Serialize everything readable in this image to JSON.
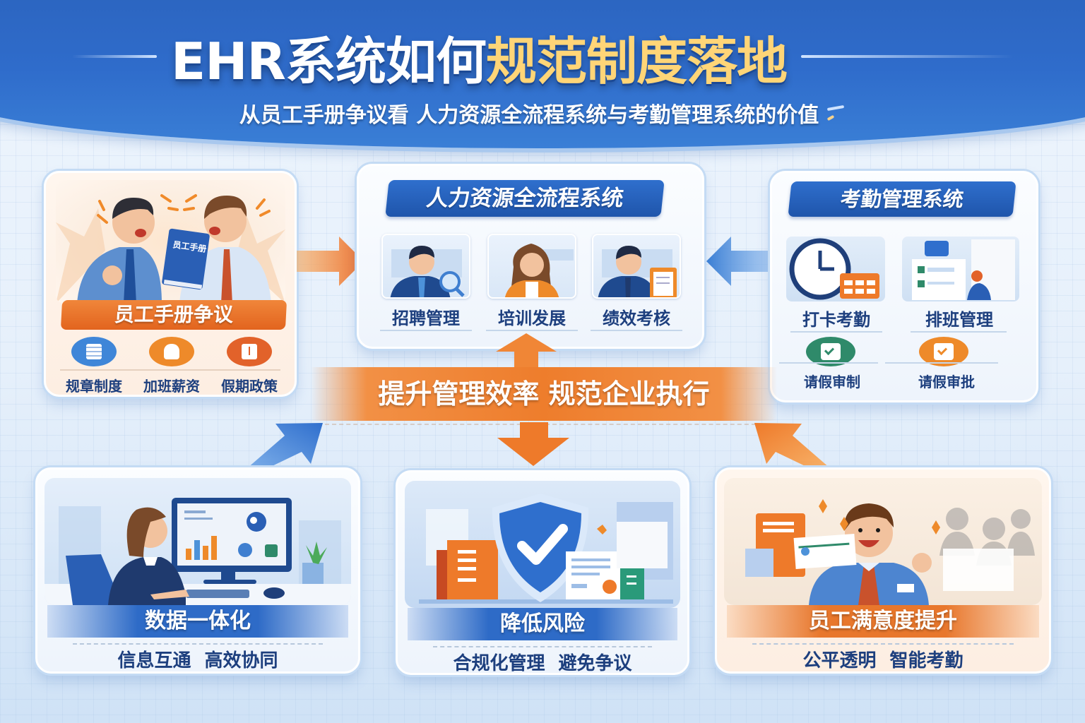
{
  "header": {
    "title_main": "EHR系统如何",
    "title_highlight": "规范制度落地",
    "subtitle": "从员工手册争议看 人力资源全流程系统与考勤管理系统的价值",
    "colors": {
      "header_blue": "#2f6ccb",
      "highlight_gold": "#ffd577"
    }
  },
  "handbook_card": {
    "book_label": "员工手册",
    "ribbon": "员工手册争议",
    "items": [
      {
        "label": "规章制度",
        "icon": "document-icon",
        "color": "#3f86d8"
      },
      {
        "label": "加班薪资",
        "icon": "salary-coins-icon",
        "color": "#ee8a2a"
      },
      {
        "label": "假期政策",
        "icon": "calendar-icon",
        "color": "#e2622a"
      }
    ]
  },
  "hr_system_card": {
    "title": "人力资源全流程系统",
    "modules": [
      {
        "label": "招聘管理",
        "icon": "magnifier-icon"
      },
      {
        "label": "培训发展",
        "icon": "trainer-icon"
      },
      {
        "label": "绩效考核",
        "icon": "clipboard-icon"
      }
    ]
  },
  "attendance_card": {
    "title": "考勤管理系统",
    "modules": [
      {
        "label": "打卡考勤",
        "icon": "clock-icon"
      },
      {
        "label": "排班管理",
        "icon": "schedule-icon"
      }
    ],
    "sub_items": [
      {
        "label": "请假审制",
        "icon": "check-icon",
        "color": "#2f8a6a"
      },
      {
        "label": "请假审批",
        "icon": "approval-icon",
        "color": "#ee8a2a"
      }
    ]
  },
  "center_band": {
    "text": "提升管理效率 规范企业执行",
    "color": "#ee7d2c"
  },
  "bottom_cards": [
    {
      "title": "数据一体化",
      "subtitle": "信息互通 高效协同",
      "theme": "blue",
      "icon": "computer-dashboard-icon"
    },
    {
      "title": "降低风险",
      "subtitle": "合规化管理 避免争议",
      "theme": "blue",
      "icon": "shield-check-icon"
    },
    {
      "title": "员工满意度提升",
      "subtitle": "公平透明 智能考勤",
      "theme": "orange",
      "icon": "happy-employee-icon"
    }
  ]
}
